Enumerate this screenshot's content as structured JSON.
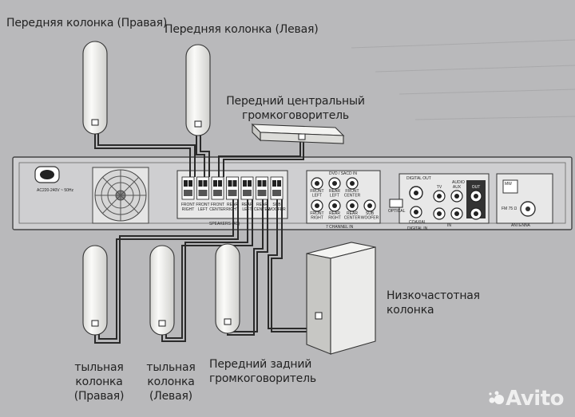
{
  "labels": {
    "front_right": "Передняя колонка (Правая)",
    "front_left": "Передняя колонка (Левая)",
    "center_line1": "Передний центральный",
    "center_line2": "громкоговоритель",
    "subwoofer_line1": "Низкочастотная",
    "subwoofer_line2": "колонка",
    "rear_right_line1": "тыльная",
    "rear_right_line2": "колонка",
    "rear_right_line3": "(Правая)",
    "rear_left_line1": "тыльная",
    "rear_left_line2": "колонка",
    "rear_left_line3": "(Левая)",
    "rear_center_line1": "Передний задний",
    "rear_center_line2": "громкоговоритель"
  },
  "panel": {
    "power_label": "AC220-240V ~ 50Hz",
    "speakers_label": "SPEAKERS (4Ω)",
    "speaker_terminals": [
      "FRONT RIGHT",
      "FRONT LEFT",
      "FRONT CENTER",
      "REAR RIGHT",
      "REAR LEFT",
      "REAR CENTER",
      "SUB WOOFER"
    ],
    "dvd_label": "DVD / SACD IN",
    "dvd_jacks": [
      "FRONT LEFT",
      "REAR LEFT",
      "FRONT CENTER",
      "FRONT RIGHT",
      "REAR RIGHT",
      "REAR CENTER",
      "SUB WOOFER"
    ],
    "channel_in_label": "7 CHANNEL IN",
    "digital_out_label": "DIGITAL OUT",
    "audio_label": "AUDIO",
    "audio_jacks": [
      "TV",
      "AUX",
      "OUT"
    ],
    "in_label": "IN",
    "optical_label": "OPTICAL",
    "coaxial_label": "COAXIAL",
    "digital_in_label": "DIGITAL IN",
    "mw_label": "MW",
    "fm_label": "FM 75 Ω",
    "antenna_label": "ANTENNA"
  },
  "watermark": "Avito",
  "colors": {
    "background": "#b9b9bb",
    "panel": "#cfcfd1",
    "speaker": "#f1f1ef",
    "wire": "#2a2a2a",
    "watermark": "#f4f4f4"
  }
}
